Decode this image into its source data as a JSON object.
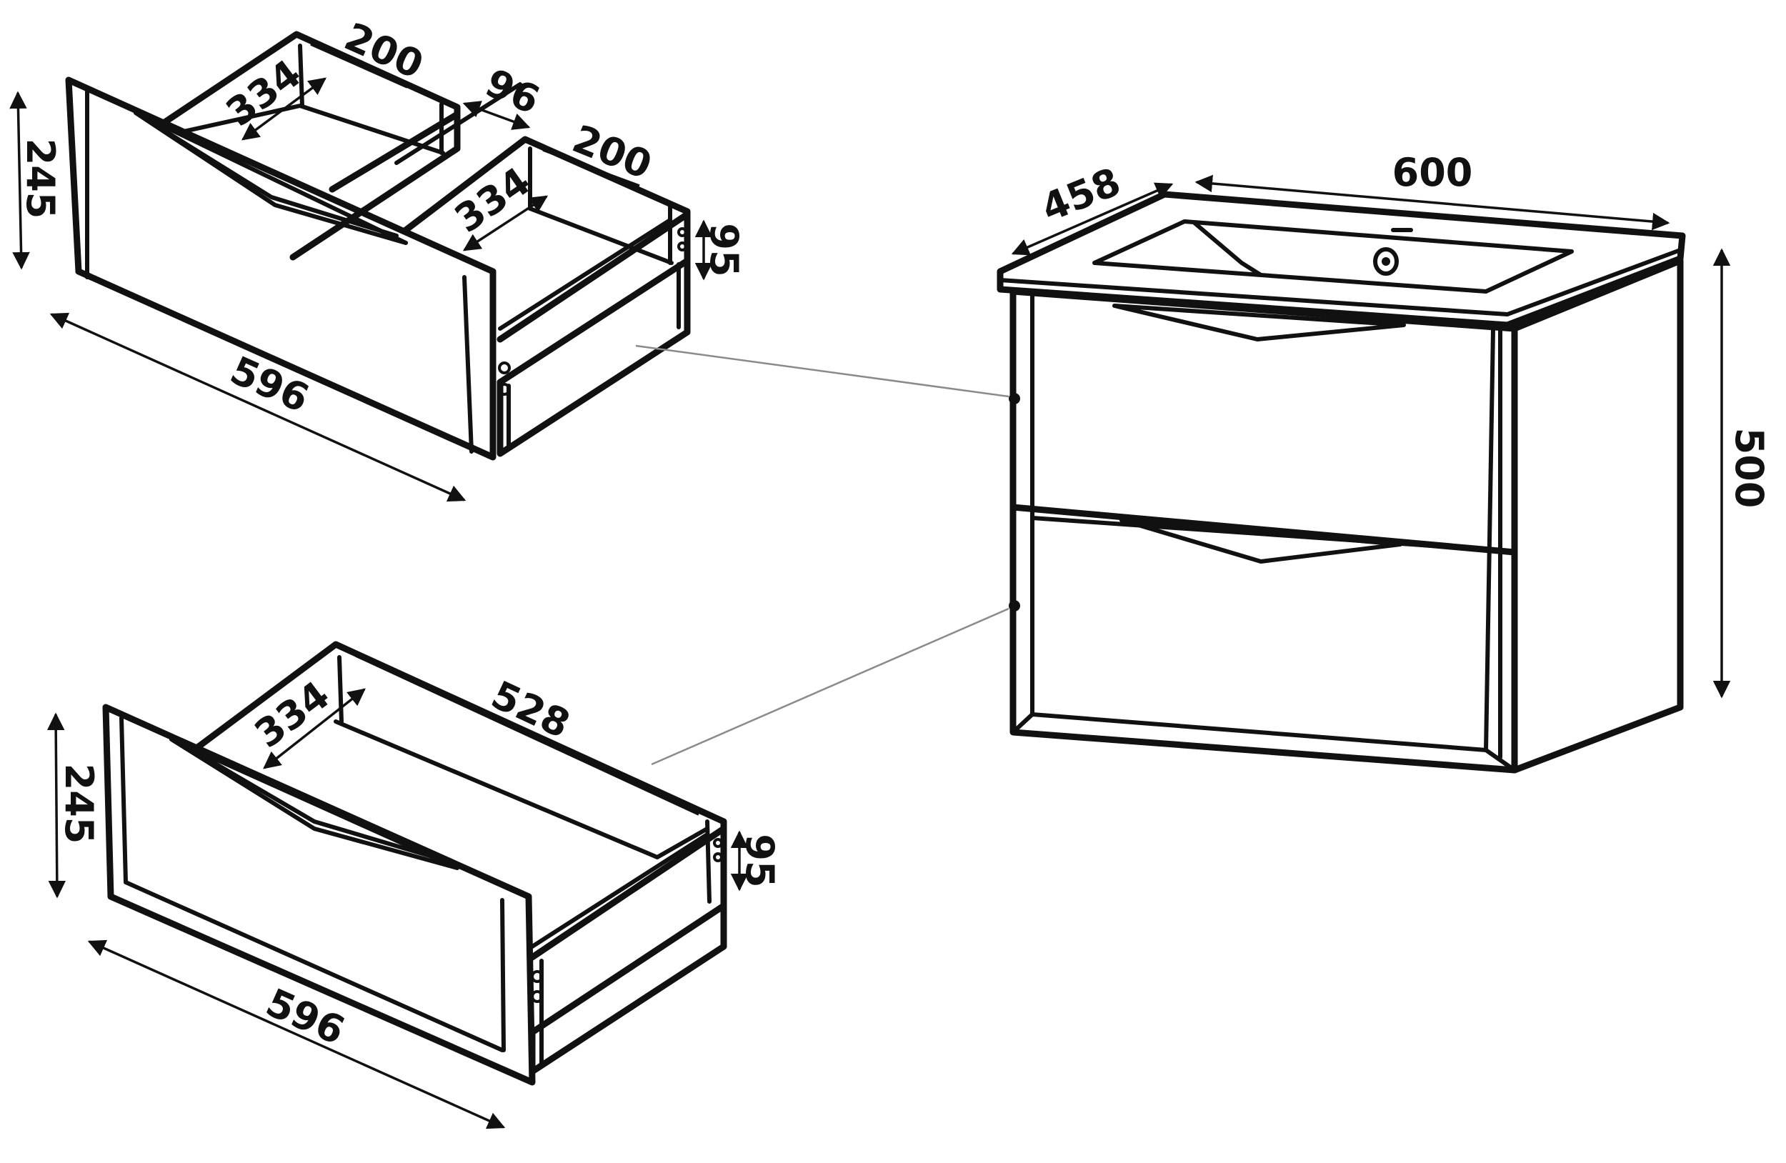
{
  "drawer_upper": {
    "height": "245",
    "width": "596",
    "compartment_left_width": "200",
    "compartment_left_depth": "334",
    "divider_gap": "96",
    "compartment_right_width": "200",
    "compartment_right_depth": "334",
    "side_height": "95"
  },
  "drawer_lower": {
    "height": "245",
    "width": "596",
    "inner_depth": "334",
    "inner_length": "528",
    "side_height": "95"
  },
  "cabinet": {
    "depth": "458",
    "width": "600",
    "height": "500"
  },
  "colors": {
    "line": "#111111",
    "leader": "#8a8a8a",
    "background": "#ffffff"
  }
}
